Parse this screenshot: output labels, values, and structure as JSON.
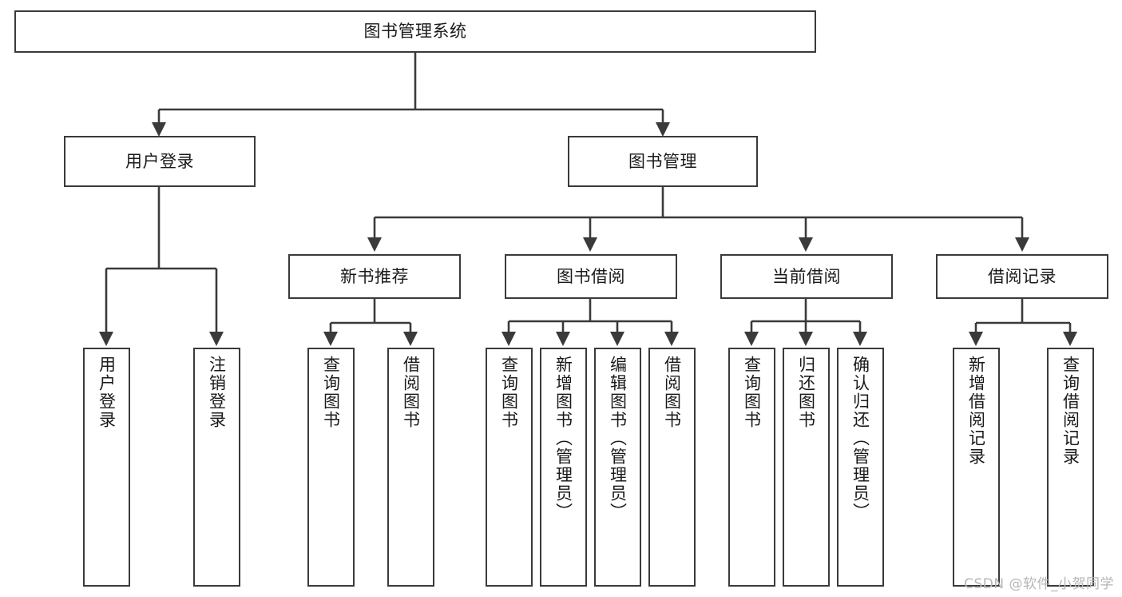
{
  "diagram": {
    "title": "图书管理系统",
    "type": "tree-hierarchy",
    "colors": {
      "border": "#3a3a3a",
      "background": "#ffffff",
      "text": "#1a1a1a",
      "watermark": "#b6b6b6"
    },
    "levels": {
      "root": {
        "label": "图书管理系统"
      },
      "level2": [
        {
          "label": "用户登录"
        },
        {
          "label": "图书管理"
        }
      ],
      "level3": [
        {
          "label": "新书推荐"
        },
        {
          "label": "图书借阅"
        },
        {
          "label": "当前借阅"
        },
        {
          "label": "借阅记录"
        }
      ],
      "leaves": [
        {
          "label": "用户登录",
          "parent": "用户登录"
        },
        {
          "label": "注销登录",
          "parent": "用户登录"
        },
        {
          "label": "查询图书",
          "parent": "新书推荐"
        },
        {
          "label": "借阅图书",
          "parent": "新书推荐"
        },
        {
          "label": "查询图书",
          "parent": "图书借阅"
        },
        {
          "label": "新增图书（管理员）",
          "parent": "图书借阅"
        },
        {
          "label": "编辑图书（管理员）",
          "parent": "图书借阅"
        },
        {
          "label": "借阅图书",
          "parent": "图书借阅"
        },
        {
          "label": "查询图书",
          "parent": "当前借阅"
        },
        {
          "label": "归还图书",
          "parent": "当前借阅"
        },
        {
          "label": "确认归还（管理员）",
          "parent": "当前借阅"
        },
        {
          "label": "新增借阅记录",
          "parent": "借阅记录"
        },
        {
          "label": "查询借阅记录",
          "parent": "借阅记录"
        }
      ]
    }
  },
  "watermark": {
    "text": "CSDN @软件_小贺同学"
  }
}
